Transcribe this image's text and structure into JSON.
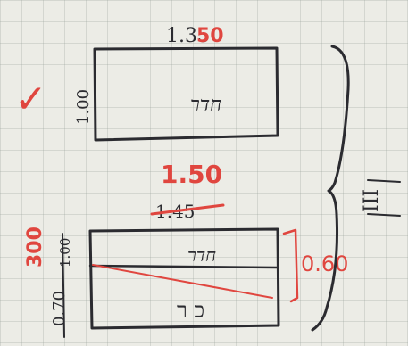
{
  "colors": {
    "paper": "#ecece6",
    "grid": "#a0a8a0",
    "ink": "#2b2b30",
    "red_pen": "#e0463f"
  },
  "top_sketch": {
    "width_label": "1.35",
    "width_correction": "50",
    "height_label": "1.00",
    "room_label": "חדר",
    "checkmark": "✓"
  },
  "bottom_sketch": {
    "width_label_new": "1.50",
    "width_label_old": "1.45",
    "upper_label": "חדר",
    "lower_label": "כ ר",
    "left_label_old": "1.00",
    "left_label_new": "300",
    "left_bottom_label": "0.70",
    "right_dimension": "0.60"
  },
  "group_label": "III"
}
